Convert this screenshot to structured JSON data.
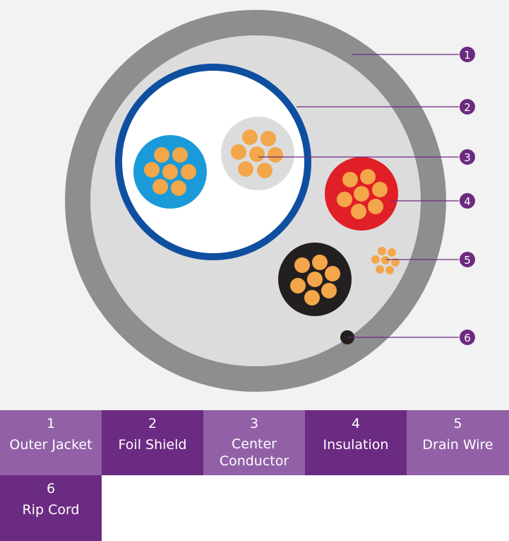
{
  "colors": {
    "background": "#f2f2f2",
    "outer_jacket": "#8d8e90",
    "filler": "#dcdcdd",
    "foil_shield": "#0f4fa0",
    "shield_inner": "#ffffff",
    "conductor_blue": "#1a9ad8",
    "conductor_gray": "#dcdcdd",
    "conductor_red": "#e11f26",
    "conductor_black": "#231f20",
    "strand": "#f3a64a",
    "rip_cord": "#231f20",
    "callout": "#6b2a7f",
    "legend_light": "#9160a6",
    "legend_dark": "#6c2b83"
  },
  "callouts": [
    {
      "number": "1",
      "part": "outer-jacket"
    },
    {
      "number": "2",
      "part": "foil-shield"
    },
    {
      "number": "3",
      "part": "center-conductor"
    },
    {
      "number": "4",
      "part": "insulation"
    },
    {
      "number": "5",
      "part": "drain-wire"
    },
    {
      "number": "6",
      "part": "rip-cord"
    }
  ],
  "legend": [
    {
      "number": "1",
      "label": "Outer Jacket"
    },
    {
      "number": "2",
      "label": "Foil Shield"
    },
    {
      "number": "3",
      "label": "Center\nConductor"
    },
    {
      "number": "4",
      "label": "Insulation"
    },
    {
      "number": "5",
      "label": "Drain Wire"
    },
    {
      "number": "6",
      "label": "Rip Cord"
    }
  ]
}
